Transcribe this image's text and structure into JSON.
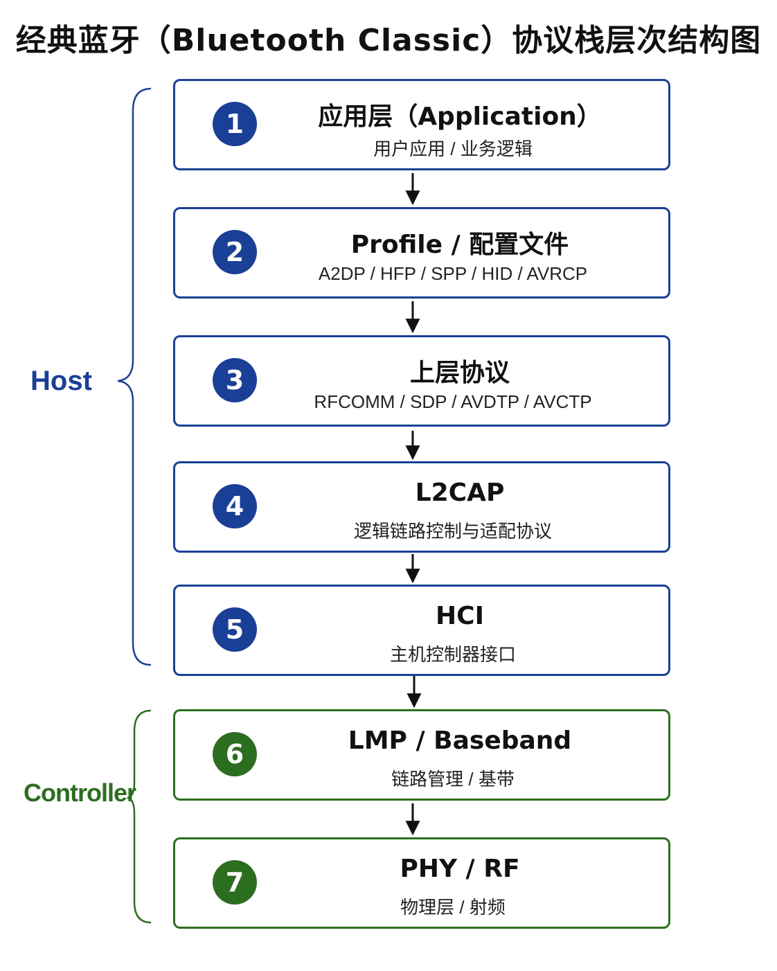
{
  "title": "经典蓝牙（Bluetooth Classic）协议栈层次结构图",
  "groups": {
    "host": "Host",
    "controller": "Controller"
  },
  "colors": {
    "host": "#1a3f96",
    "controller": "#2c6e1f",
    "arrow": "#111111"
  },
  "layers": [
    {
      "number": "1",
      "title": "应用层（Application）",
      "subtitle": "用户应用 / 业务逻辑",
      "group": "host"
    },
    {
      "number": "2",
      "title": "Profile / 配置文件",
      "subtitle": "A2DP / HFP / SPP / HID / AVRCP",
      "group": "host"
    },
    {
      "number": "3",
      "title": "上层协议",
      "subtitle": "RFCOMM / SDP / AVDTP / AVCTP",
      "group": "host"
    },
    {
      "number": "4",
      "title": "L2CAP",
      "subtitle": "逻辑链路控制与适配协议",
      "group": "host"
    },
    {
      "number": "5",
      "title": "HCI",
      "subtitle": "主机控制器接口",
      "group": "host"
    },
    {
      "number": "6",
      "title": "LMP / Baseband",
      "subtitle": "链路管理 / 基带",
      "group": "controller"
    },
    {
      "number": "7",
      "title": "PHY / RF",
      "subtitle": "物理层 / 射频",
      "group": "controller"
    }
  ]
}
